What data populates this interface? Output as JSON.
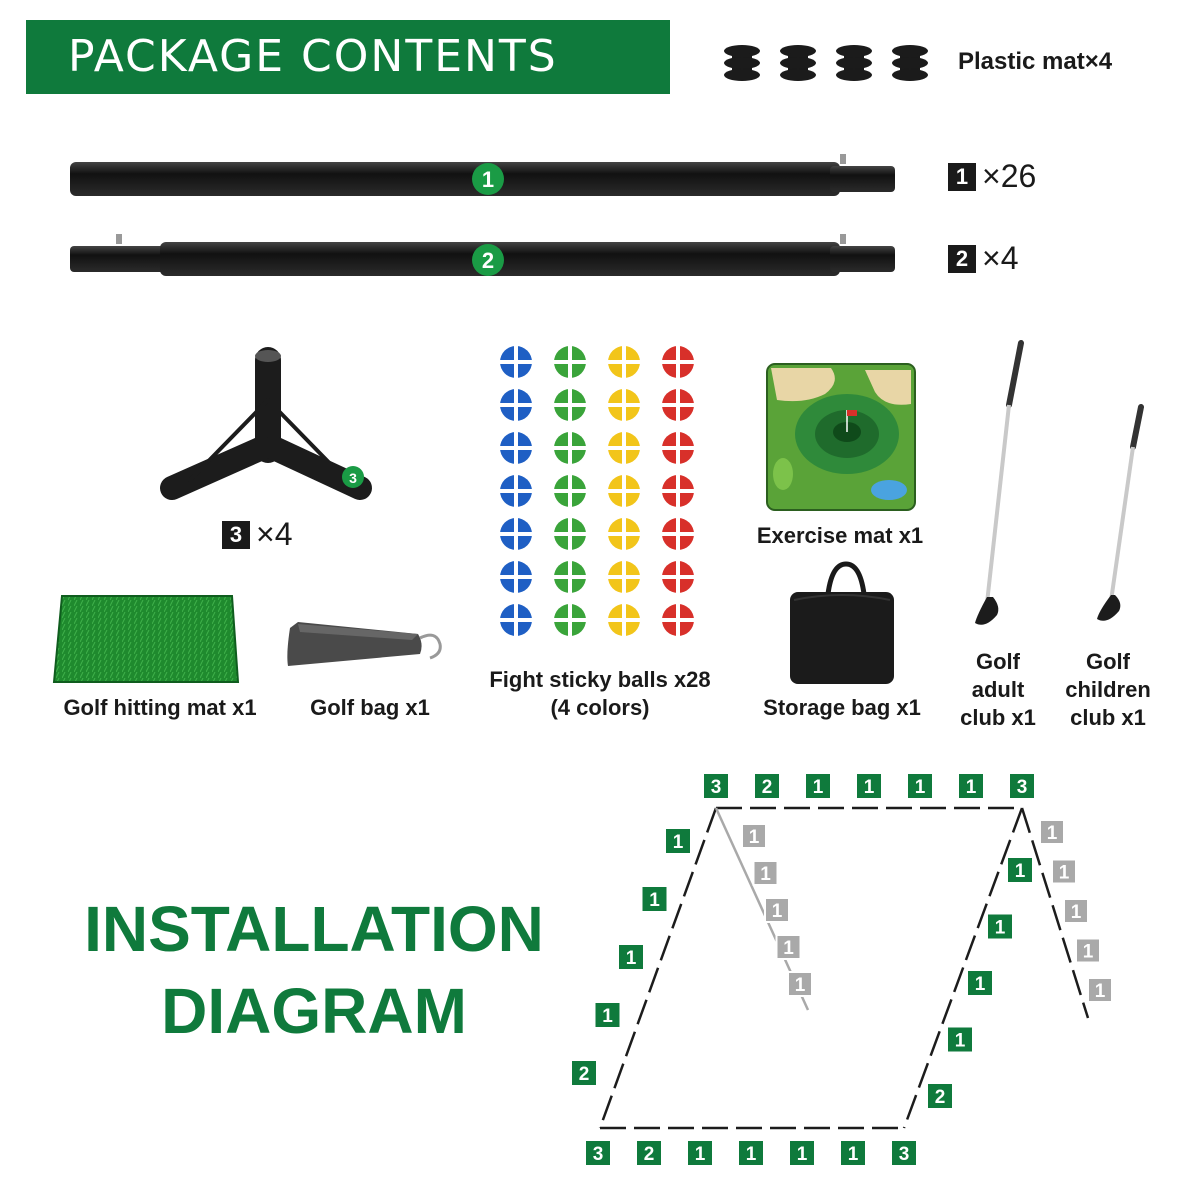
{
  "header": {
    "title": "PACKAGE CONTENTS"
  },
  "items": {
    "plastic_mat": "Plastic mat×4",
    "pole1": {
      "badge": "1",
      "qty": "×26"
    },
    "pole2": {
      "badge": "2",
      "qty": "×4"
    },
    "tripod": {
      "badge": "3",
      "qty": "×4"
    },
    "hitting_mat": "Golf hitting mat x1",
    "golf_bag": "Golf bag x1",
    "sticky_balls_line1": "Fight sticky balls x28",
    "sticky_balls_line2": "(4 colors)",
    "exercise_mat": "Exercise mat x1",
    "storage_bag": "Storage bag x1",
    "adult_club": [
      "Golf",
      "adult",
      "club x1"
    ],
    "child_club": [
      "Golf",
      "children",
      "club x1"
    ]
  },
  "installation": {
    "line1": "INSTALLATION",
    "line2": "DIAGRAM"
  },
  "colors": {
    "brand_green": "#0f7a3c",
    "grey_badge": "#a9a9a9",
    "pole_black": "#1c1c1c"
  },
  "ball_colors": [
    "#1f5fc4",
    "#3aa43a",
    "#f2c51a",
    "#d8302a"
  ],
  "diagram": {
    "top_row": [
      "3",
      "2",
      "1",
      "1",
      "1",
      "1",
      "3"
    ],
    "bottom_row": [
      "3",
      "2",
      "1",
      "1",
      "1",
      "1",
      "3"
    ],
    "left_front": [
      "1",
      "1",
      "1",
      "1",
      "2"
    ],
    "left_back": [
      "1",
      "1",
      "1",
      "1",
      "1"
    ],
    "right_front": [
      "1",
      "1",
      "1",
      "1",
      "2"
    ],
    "right_back": [
      "1",
      "1",
      "1",
      "1",
      "1"
    ]
  }
}
